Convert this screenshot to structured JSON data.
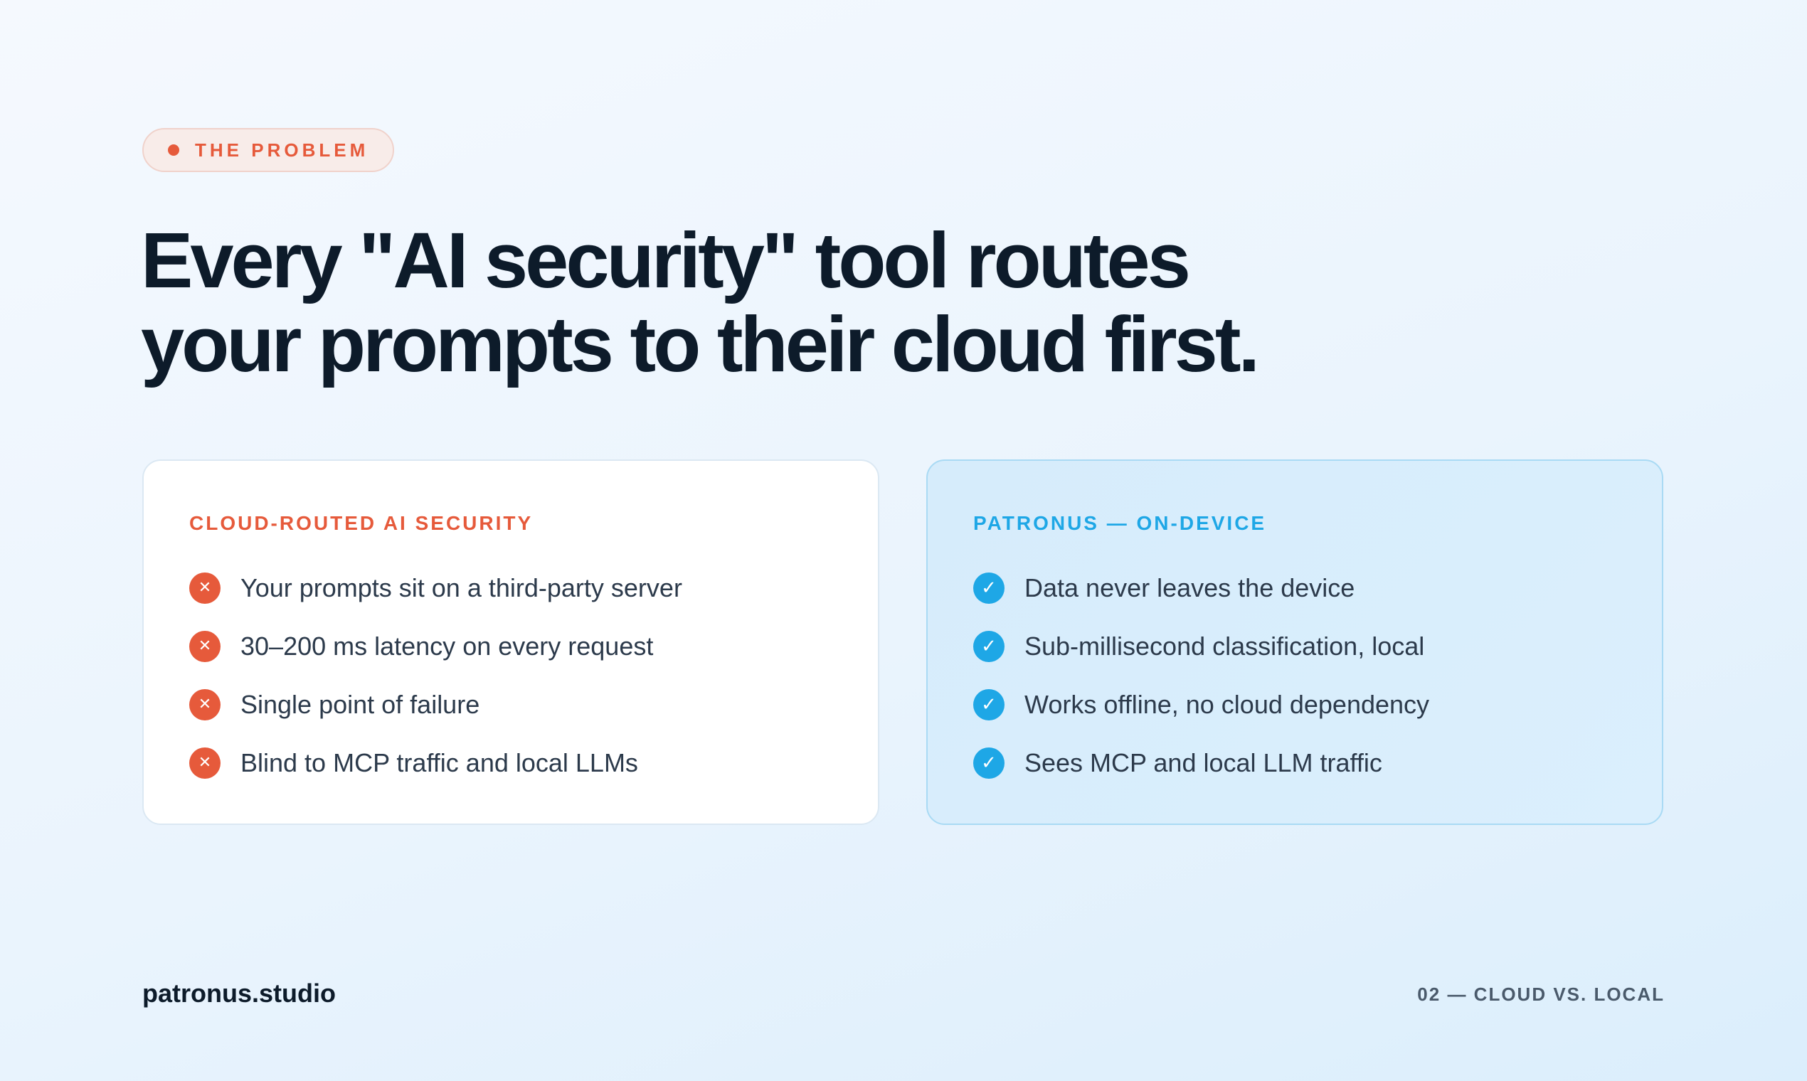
{
  "badge": {
    "label": "THE PROBLEM"
  },
  "headline": {
    "line1": "Every \"AI security\" tool routes",
    "line2": "your prompts to their cloud first."
  },
  "cloud_card": {
    "title": "CLOUD-ROUTED AI SECURITY",
    "icon": "x-icon",
    "items": [
      "Your prompts sit on a third-party server",
      "30–200 ms latency on every request",
      "Single point of failure",
      "Blind to MCP traffic and local LLMs"
    ]
  },
  "local_card": {
    "title": "PATRONUS — ON-DEVICE",
    "icon": "check-icon",
    "items": [
      "Data never leaves the device",
      "Sub-millisecond classification, local",
      "Works offline, no cloud dependency",
      "Sees MCP and local LLM traffic"
    ]
  },
  "footer": {
    "brand": "patronus.studio",
    "page_label": "02 — CLOUD VS. LOCAL"
  },
  "colors": {
    "accent_red": "#e65a3b",
    "accent_blue": "#1ea7e6",
    "headline": "#0d1b2a"
  }
}
